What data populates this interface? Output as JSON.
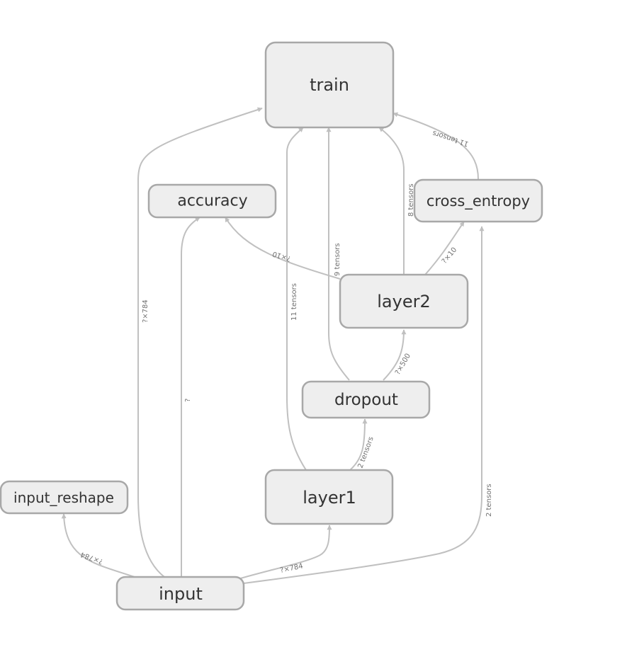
{
  "graph": {
    "nodes": {
      "train": "train",
      "accuracy": "accuracy",
      "cross_entropy": "cross_entropy",
      "layer2": "layer2",
      "dropout": "dropout",
      "layer1": "layer1",
      "input_reshape": "input_reshape",
      "input": "input"
    },
    "edge_labels": {
      "input_to_train": "?×784",
      "input_to_accuracy": "?",
      "input_to_input_reshape": "?×784",
      "input_to_layer1": "?×784",
      "input_to_cross_entropy": "2 tensors",
      "layer1_to_train": "11 tensors",
      "layer1_to_dropout": "2 tensors",
      "dropout_to_train": "9 tensors",
      "dropout_to_layer2": "?×500",
      "layer2_to_train": "8 tensors",
      "layer2_to_accuracy": "?×10",
      "layer2_to_cross_entropy": "?×10",
      "cross_entropy_to_train": "11 tensors"
    },
    "colors": {
      "node_fill": "#eeeeee",
      "node_stroke": "#a8a8a8",
      "edge": "#c0c0c0",
      "text": "#333333"
    }
  }
}
